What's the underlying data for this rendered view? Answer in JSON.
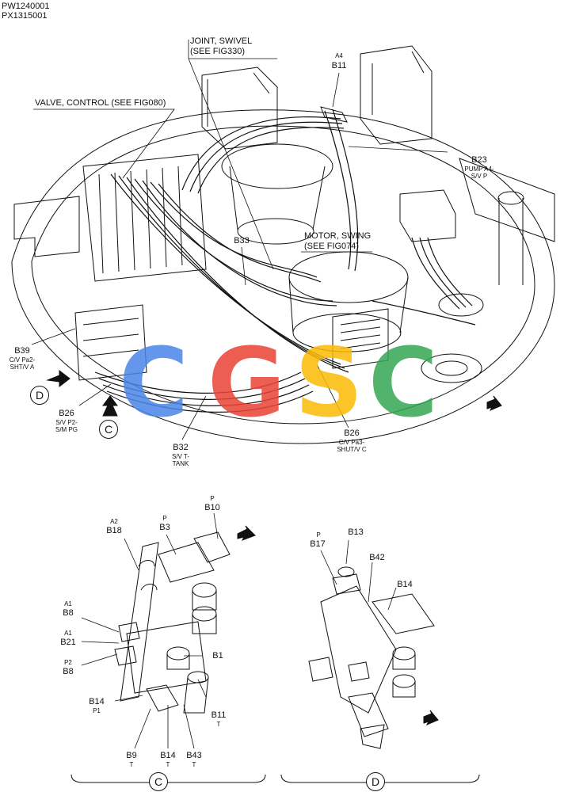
{
  "header": {
    "line1": "PW1240001",
    "line2": "PX1315001"
  },
  "callouts": {
    "joint": {
      "line1": "JOINT, SWIVEL",
      "line2": "(SEE FIG330)"
    },
    "valve": "VALVE, CONTROL (SEE FIG080)",
    "motor": {
      "line1": "MOTOR, SWING",
      "line2": "(SEE FIG074)"
    }
  },
  "main_labels": {
    "a4": {
      "sub": "A4",
      "code": "B11"
    },
    "b23": {
      "code": "B23",
      "sub1": "PUMP A4-",
      "sub2": "S/V P"
    },
    "b33": {
      "code": "B33"
    },
    "b39": {
      "code": "B39",
      "sub1": "C/V Pa2-",
      "sub2": "SHT/V A"
    },
    "b26_left": {
      "code": "B26",
      "sub1": "S/V P2-",
      "sub2": "S/M PG"
    },
    "b32": {
      "code": "B32",
      "sub1": "S/V T-",
      "sub2": "TANK"
    },
    "b26_right": {
      "code": "B26",
      "sub1": "C/V Pa3-",
      "sub2": "SHUT/V C"
    }
  },
  "view_markers": {
    "d": "D",
    "c": "C"
  },
  "detail_c": {
    "b18": {
      "sub": "A2",
      "code": "B18"
    },
    "b3": {
      "sub": "P",
      "code": "B3"
    },
    "b10": {
      "sub": "P",
      "code": "B10"
    },
    "b8a": {
      "sub": "A1",
      "code": "B8"
    },
    "b21": {
      "sub": "A1",
      "code": "B21"
    },
    "b8b": {
      "sub": "P2",
      "code": "B8"
    },
    "b1": {
      "code": "B1"
    },
    "b14a": {
      "code": "B14",
      "sub": "P1"
    },
    "b11": {
      "code": "B11",
      "sub": "T"
    },
    "b9": {
      "code": "B9",
      "sub": "T"
    },
    "b14b": {
      "code": "B14",
      "sub": "T"
    },
    "b43": {
      "code": "B43",
      "sub": "T"
    }
  },
  "detail_d": {
    "b17": {
      "sub": "P",
      "code": "B17"
    },
    "b13": {
      "code": "B13"
    },
    "b42": {
      "code": "B42"
    },
    "b14": {
      "code": "B14"
    }
  },
  "watermark": {
    "c1": "C",
    "g": "G",
    "s": "S",
    "c2": "C"
  },
  "colors": {
    "blue": "#4a86e8",
    "red": "#ea4335",
    "yellow": "#fbbc04",
    "green": "#34a853",
    "line": "#111111"
  }
}
